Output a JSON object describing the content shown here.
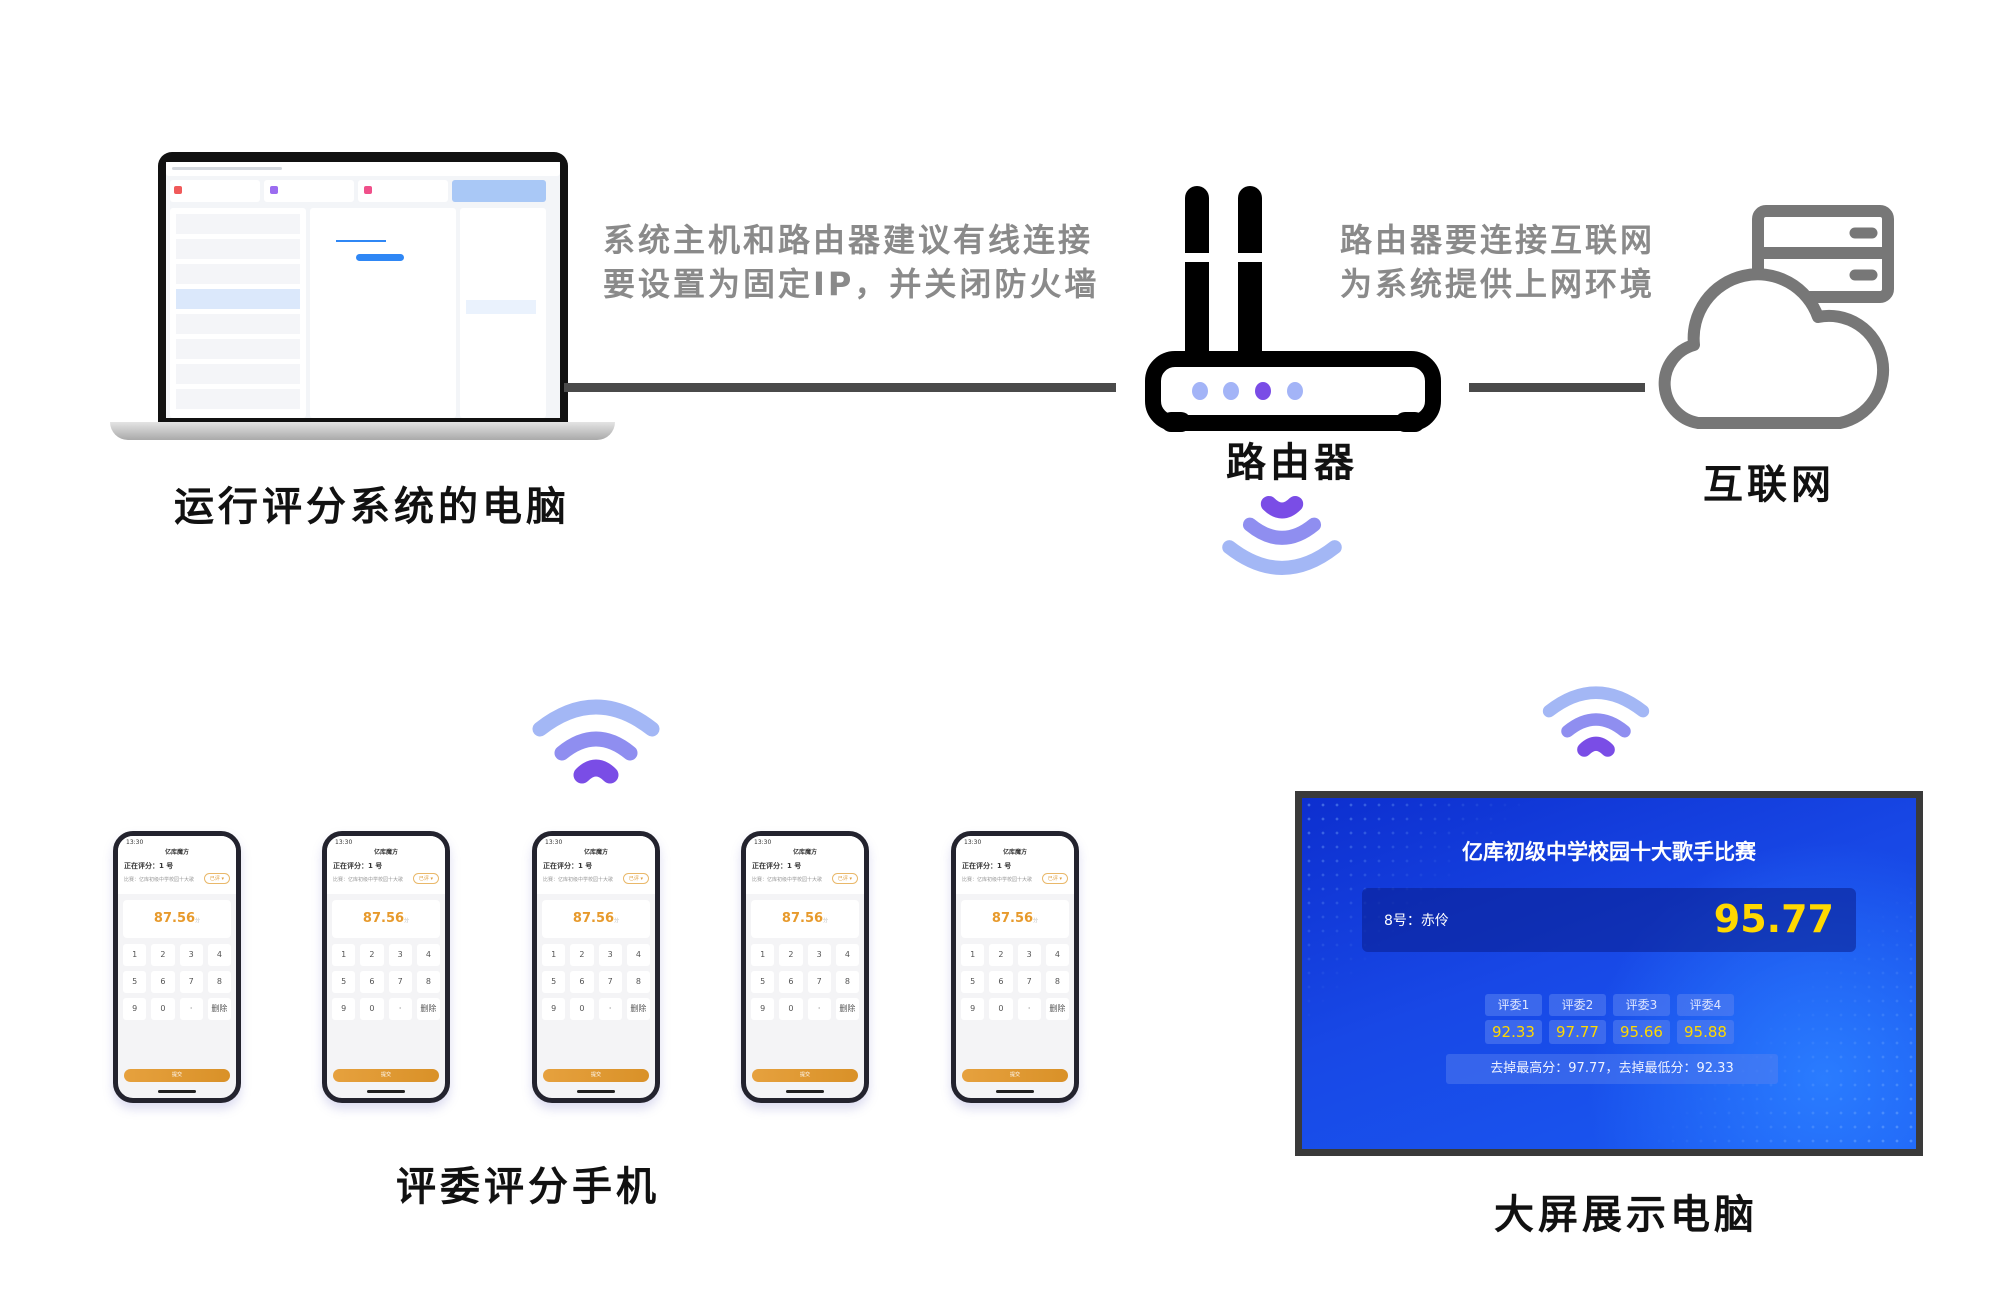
{
  "laptop": {
    "label": "运行评分系统的电脑"
  },
  "notes": {
    "host_router": [
      "系统主机和路由器建议有线连接",
      "要设置为固定IP，并关闭防火墙"
    ],
    "router_internet": [
      "路由器要连接互联网",
      "为系统提供上网环境"
    ]
  },
  "router": {
    "label": "路由器",
    "led_colors": [
      "#a3b4f7",
      "#a3b4f7",
      "#7a4de6",
      "#a3b4f7"
    ]
  },
  "internet": {
    "label": "互联网"
  },
  "phones": {
    "label": "评委评分手机",
    "count": 5,
    "screen": {
      "time": "13:30",
      "app": "亿库魔方",
      "title": "正在评分：1 号",
      "subtitle": "比赛：亿库初级中学校园十大歌...",
      "pill": "已评 ▾",
      "score": "87.56",
      "unit": "分",
      "keys": [
        "1",
        "2",
        "3",
        "4",
        "5",
        "6",
        "7",
        "8",
        "9",
        "0",
        "·",
        "删除"
      ],
      "submit": "提交"
    }
  },
  "display": {
    "label": "大屏展示电脑",
    "title": "亿库初级中学校园十大歌手比赛",
    "contestant": "8号：赤伶",
    "final_score": "95.77",
    "judges": [
      {
        "name": "评委1",
        "score": "92.33"
      },
      {
        "name": "评委2",
        "score": "97.77"
      },
      {
        "name": "评委3",
        "score": "95.66"
      },
      {
        "name": "评委4",
        "score": "95.88"
      }
    ],
    "summary": "去掉最高分：97.77，去掉最低分：92.33"
  },
  "colors": {
    "wifi_dot": "#7a4de6",
    "wifi_mid": "#8f8ef0",
    "wifi_outer": "#a3b7f5",
    "wire": "#4a4a4a",
    "score_yellow": "#ffd800"
  }
}
